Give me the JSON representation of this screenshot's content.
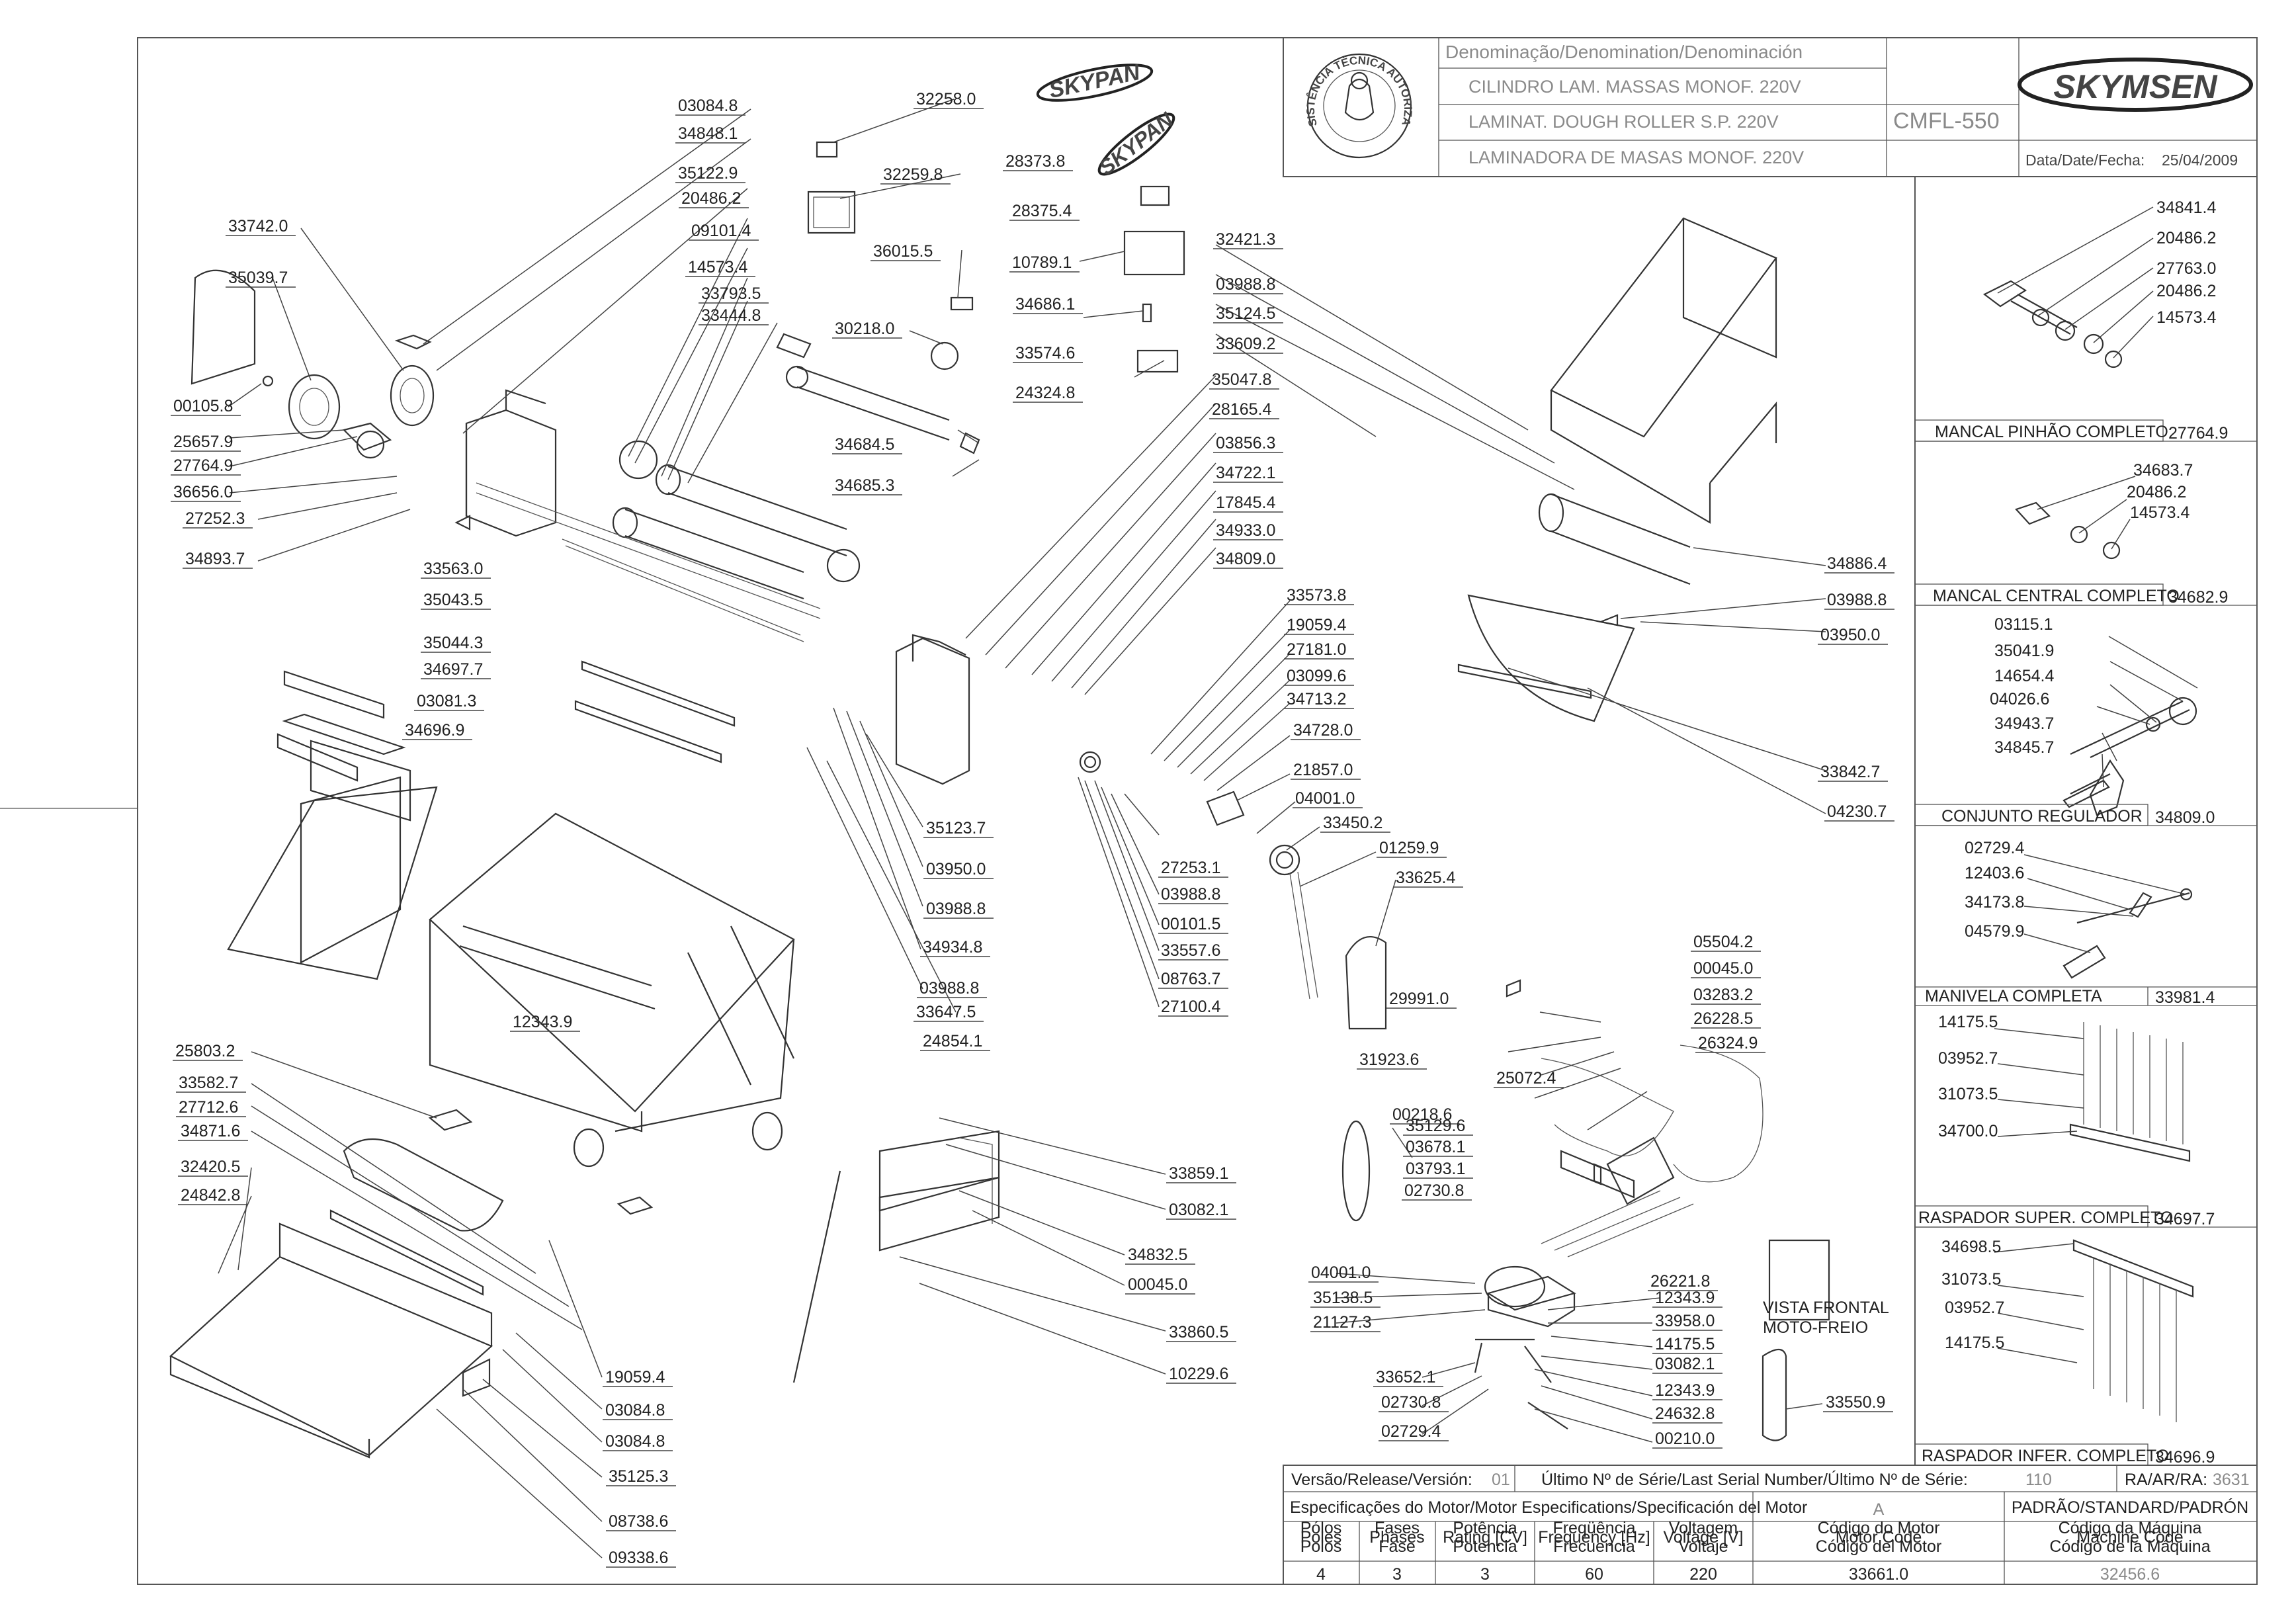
{
  "title_block": {
    "denomination_header": "Denominação/Denomination/Denominación",
    "name_pt": "CILINDRO LAM. MASSAS MONOF. 220V",
    "name_en": "LAMINAT. DOUGH ROLLER S.P. 220V",
    "name_es": "LAMINADORA DE MASAS MONOF. 220V",
    "model": "CMFL-550",
    "brand": "SKYMSEN",
    "seal_text": "ASSISTÊNCIA TÉCNICA AUTORIZADA",
    "date_label": "Data/Date/Fecha:",
    "date_value": "25/04/2009"
  },
  "stickers": {
    "skypan_1": "SKYPAN",
    "skypan_2": "SKYPAN"
  },
  "subassemblies": [
    {
      "name": "MANCAL PINHÃO COMPLETO",
      "code": "27764.9",
      "parts": [
        "34841.4",
        "20486.2",
        "27763.0",
        "20486.2",
        "14573.4"
      ]
    },
    {
      "name": "MANCAL CENTRAL COMPLETO",
      "code": "34682.9",
      "parts": [
        "34683.7",
        "20486.2",
        "14573.4"
      ]
    },
    {
      "name": "CONJUNTO REGULADOR",
      "code": "34809.0",
      "parts": [
        "03115.1",
        "35041.9",
        "14654.4",
        "04026.6",
        "34943.7",
        "34845.7"
      ]
    },
    {
      "name": "MANIVELA COMPLETA",
      "code": "33981.4",
      "parts": [
        "02729.4",
        "12403.6",
        "34173.8",
        "04579.9"
      ]
    },
    {
      "name": "RASPADOR SUPER. COMPLETO",
      "code": "34697.7",
      "parts": [
        "14175.5",
        "03952.7",
        "31073.5",
        "34700.0"
      ]
    },
    {
      "name": "RASPADOR INFER. COMPLETO",
      "code": "34696.9",
      "parts": [
        "34698.5",
        "31073.5",
        "03952.7",
        "14175.5"
      ]
    }
  ],
  "part_labels": [
    "03084.8",
    "34848.1",
    "35122.9",
    "20486.2",
    "09101.4",
    "14573.4",
    "33793.5",
    "33444.8",
    "33742.0",
    "35039.7",
    "00105.8",
    "25657.9",
    "27764.9",
    "36656.0",
    "27252.3",
    "34893.7",
    "32258.0",
    "32259.8",
    "36015.5",
    "30218.0",
    "34684.5",
    "34685.3",
    "28373.8",
    "28375.4",
    "10789.1",
    "34686.1",
    "33574.6",
    "24324.8",
    "33563.0",
    "35043.5",
    "35044.3",
    "34697.7",
    "03081.3",
    "34696.9",
    "32421.3",
    "03988.8",
    "35124.5",
    "33609.2",
    "35047.8",
    "28165.4",
    "03856.3",
    "34722.1",
    "17845.4",
    "34933.0",
    "34809.0",
    "33573.8",
    "19059.4",
    "27181.0",
    "03099.6",
    "34713.2",
    "34728.0",
    "21857.0",
    "04001.0",
    "33450.2",
    "01259.9",
    "33625.4",
    "34886.4",
    "03988.8",
    "03950.0",
    "33842.7",
    "04230.7",
    "35123.7",
    "03950.0",
    "03988.8",
    "34934.8",
    "03988.8",
    "33647.5",
    "27253.1",
    "03988.8",
    "00101.5",
    "33557.6",
    "08763.7",
    "27100.4",
    "12343.9",
    "24854.1",
    "25803.2",
    "33582.7",
    "27712.6",
    "34871.6",
    "32420.5",
    "24842.8",
    "19059.4",
    "03084.8",
    "03084.8",
    "35125.3",
    "08738.6",
    "09338.6",
    "33859.1",
    "03082.1",
    "34832.5",
    "00045.0",
    "33860.5",
    "10229.6",
    "29991.0",
    "31923.6",
    "05504.2",
    "00045.0",
    "03283.2",
    "26228.5",
    "26324.9",
    "25072.4",
    "00218.6",
    "35129.6",
    "03678.1",
    "03793.1",
    "02730.8",
    "04001.0",
    "35138.5",
    "21127.3",
    "26221.8",
    "12343.9",
    "33958.0",
    "14175.5",
    "03082.1",
    "12343.9",
    "24632.8",
    "00210.0",
    "33652.1",
    "02730.8",
    "02729.4",
    "33550.9"
  ],
  "front_view_note": "VISTA FRONTAL\nMOTO-FREIO",
  "footer": {
    "version_label": "Versão/Release/Versión:",
    "version_value": "01",
    "serial_label": "Último Nº de Série/Last Serial Number/Último Nº de Série:",
    "serial_value": "110",
    "ra_label": "RA/AR/RA:",
    "ra_value": "3631",
    "motor_spec_header": "Especificações do Motor/Motor Especifications/Specificación del Motor",
    "motor_letter": "A",
    "standard_label": "PADRÃO/STANDARD/PADRÓN",
    "columns": [
      {
        "label": "Pólos\nPoles\nPolos",
        "value": "4"
      },
      {
        "label": "Fases\nPhases\nFase",
        "value": "3"
      },
      {
        "label": "Potência\nRating [CV]\nPotencia",
        "value": "3"
      },
      {
        "label": "Freqüência\nFrequency [Hz]\nFrecuencia",
        "value": "60"
      },
      {
        "label": "Voltagem\nVoltage [V]\nVoltaje",
        "value": "220"
      },
      {
        "label": "Código do Motor\nMotor Code\nCódigo del Motor",
        "value": "33661.0"
      },
      {
        "label": "Código da Máquina\nMachine Code\nCódigo de la Máquina",
        "value": "32456.6"
      }
    ]
  }
}
